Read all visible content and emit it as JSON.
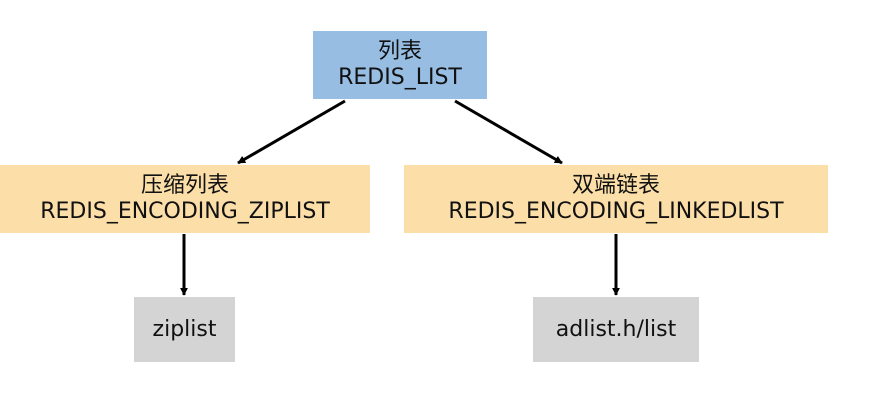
{
  "colors": {
    "root_fill": "#97bde3",
    "encoding_fill": "#fcdea8",
    "impl_fill": "#d4d4d4",
    "edge": "#000000"
  },
  "root": {
    "title": "列表",
    "subtitle": "REDIS_LIST"
  },
  "encodings": [
    {
      "title": "压缩列表",
      "subtitle": "REDIS_ENCODING_ZIPLIST"
    },
    {
      "title": "双端链表",
      "subtitle": "REDIS_ENCODING_LINKEDLIST"
    }
  ],
  "implementations": [
    {
      "label": "ziplist"
    },
    {
      "label": "adlist.h/list"
    }
  ]
}
